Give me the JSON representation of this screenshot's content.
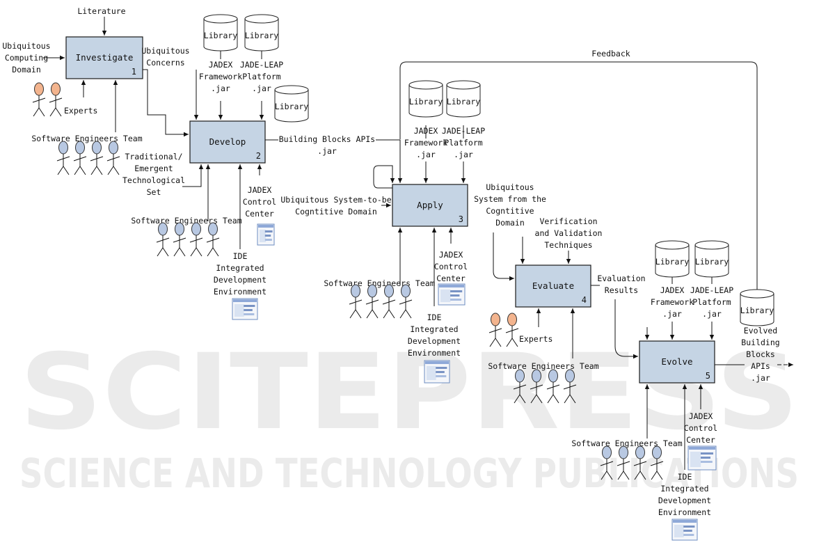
{
  "processes": [
    {
      "name": "Investigate",
      "number": "1"
    },
    {
      "name": "Develop",
      "number": "2"
    },
    {
      "name": "Apply",
      "number": "3"
    },
    {
      "name": "Evaluate",
      "number": "4"
    },
    {
      "name": "Evolve",
      "number": "5"
    }
  ],
  "labels": {
    "literature": "Literature",
    "ubiquitous_computing_domain": [
      "Ubiquitous",
      "Computing",
      "Domain"
    ],
    "experts": "Experts",
    "software_engineers_team": "Software Engineers Team",
    "ubiquitous_concerns": [
      "Ubiquitous",
      "Concerns"
    ],
    "library": "Library",
    "jadex_framework_jar": [
      "JADEX",
      "Framework",
      ".jar"
    ],
    "jade_leap_platform_jar": [
      "JADE-LEAP",
      "Platform",
      ".jar"
    ],
    "traditional_emergent_set": [
      "Traditional/",
      "Emergent",
      "Technological",
      "Set"
    ],
    "building_blocks_apis_jar": [
      "Building Blocks APIs",
      ".jar"
    ],
    "jadex_control_center": [
      "JADEX",
      "Control",
      "Center"
    ],
    "ide_integrated_development_environment": [
      "IDE",
      "Integrated",
      "Development",
      "Environment"
    ],
    "feedback": "Feedback",
    "ubiquitous_system_to_be": [
      "Ubiquitous System-to-be",
      "Cogntitive Domain"
    ],
    "ubiquitous_system_from": [
      "Ubiquitous",
      "System from the",
      "Cogntitive",
      "Domain"
    ],
    "verification_validation": [
      "Verification",
      "and Validation",
      "Techniques"
    ],
    "evaluation_results": [
      "Evaluation",
      "Results"
    ],
    "evolved_building_blocks": [
      "Evolved",
      "Building",
      "Blocks",
      "APIs",
      ".jar"
    ]
  },
  "watermark": {
    "line1": "SCITEPRESS",
    "line2": "SCIENCE AND TECHNOLOGY PUBLICATIONS"
  }
}
